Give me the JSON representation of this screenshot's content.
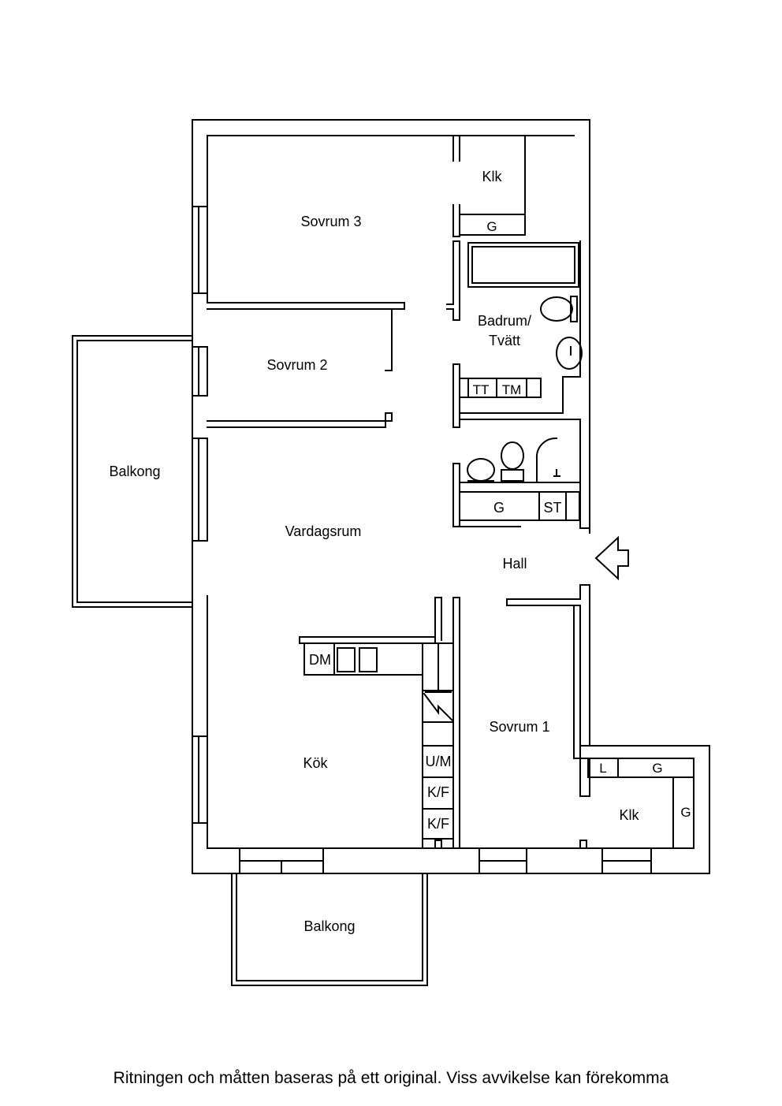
{
  "rooms": {
    "sovrum3": "Sovrum 3",
    "klk_top": "Klk",
    "g_top": "G",
    "badrum_line1": "Badrum/",
    "badrum_line2": "Tvätt",
    "tt": "TT",
    "tm": "TM",
    "sovrum2": "Sovrum 2",
    "balkong_left": "Balkong",
    "g_hall": "G",
    "st": "ST",
    "vardagsrum": "Vardagsrum",
    "hall": "Hall",
    "dm": "DM",
    "sovrum1": "Sovrum 1",
    "kok": "Kök",
    "um": "U/M",
    "kf1": "K/F",
    "kf2": "K/F",
    "l": "L",
    "g_bot": "G",
    "klk_bot": "Klk",
    "g_right": "G",
    "balkong_bottom": "Balkong"
  },
  "disclaimer": "Ritningen och måtten baseras på ett original. Viss avvikelse kan förekomma",
  "icons": [
    "entrance-arrow-icon",
    "electrical-panel-icon",
    "toilet-icon",
    "sink-icon",
    "shower-icon",
    "bathtub-icon"
  ]
}
